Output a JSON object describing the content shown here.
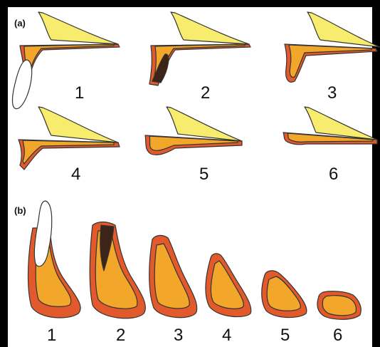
{
  "panels": {
    "a": {
      "label": "(a)",
      "stages": [
        "1",
        "2",
        "3",
        "4",
        "5",
        "6"
      ]
    },
    "b": {
      "label": "(b)",
      "stages": [
        "1",
        "2",
        "3",
        "4",
        "5",
        "6"
      ]
    }
  },
  "colors": {
    "frame": "#000000",
    "bone_yellow": "#f7ec6e",
    "pulp_orange": "#f2a62a",
    "red_border": "#e25a2b",
    "dark_tip": "#3d2418",
    "white_tooth": "#ffffff"
  }
}
